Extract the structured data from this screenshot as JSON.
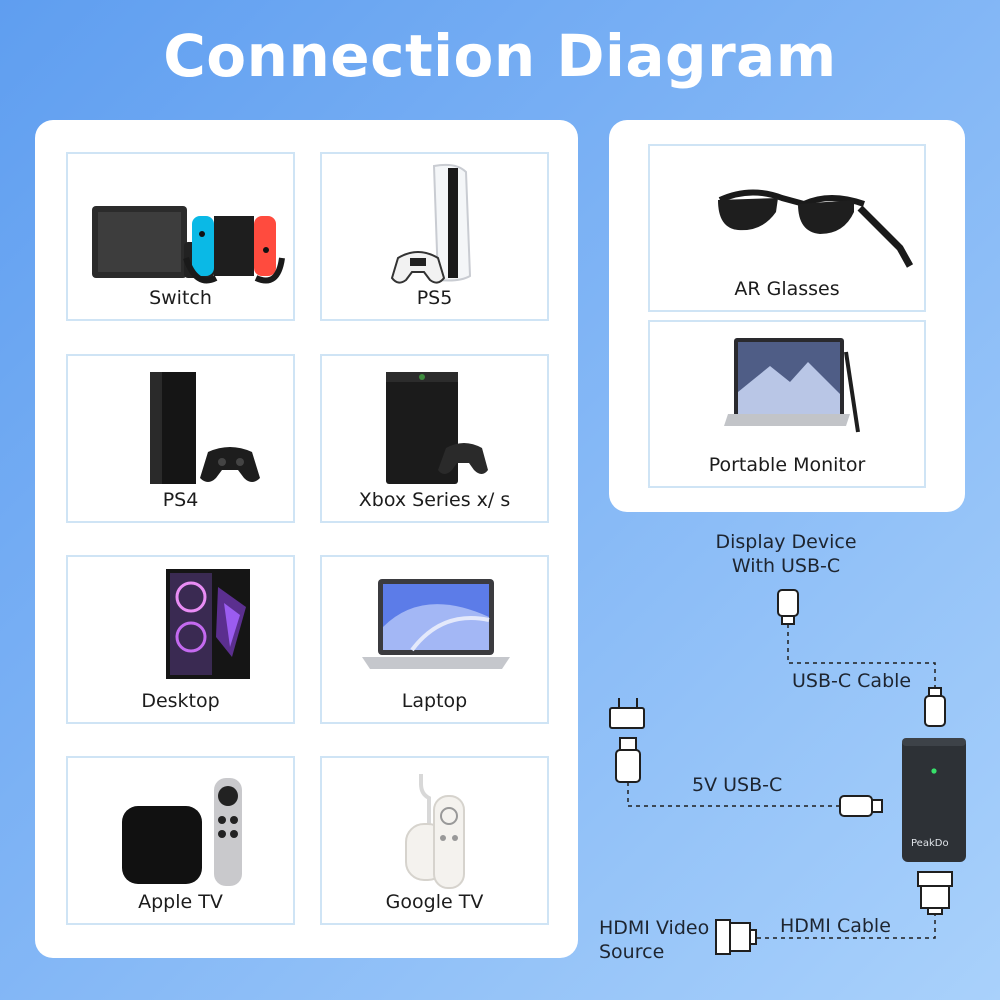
{
  "title": "Connection Diagram",
  "sources": [
    {
      "label": "Switch",
      "icon": "switch-console-icon"
    },
    {
      "label": "PS5",
      "icon": "ps5-console-icon"
    },
    {
      "label": "PS4",
      "icon": "ps4-console-icon"
    },
    {
      "label": "Xbox Series x/ s",
      "icon": "xbox-console-icon"
    },
    {
      "label": "Desktop",
      "icon": "desktop-pc-icon"
    },
    {
      "label": "Laptop",
      "icon": "laptop-icon"
    },
    {
      "label": "Apple TV",
      "icon": "apple-tv-icon"
    },
    {
      "label": "Google TV",
      "icon": "google-tv-icon"
    }
  ],
  "displays": [
    {
      "label": "AR Glasses",
      "icon": "ar-glasses-icon"
    },
    {
      "label": "Portable Monitor",
      "icon": "portable-monitor-icon"
    }
  ],
  "diagram": {
    "display_device_line1": "Display Device",
    "display_device_line2": "With USB-C",
    "usbc_cable": "USB-C Cable",
    "power": "5V USB-C",
    "hdmi_cable": "HDMI Cable",
    "hdmi_source_line1": "HDMI Video",
    "hdmi_source_line2": "Source",
    "adapter_brand": "PeakDo"
  },
  "colors": {
    "background": "#6aa8f2",
    "card_border": "#cfe4f5",
    "adapter_led": "#37e06a"
  }
}
